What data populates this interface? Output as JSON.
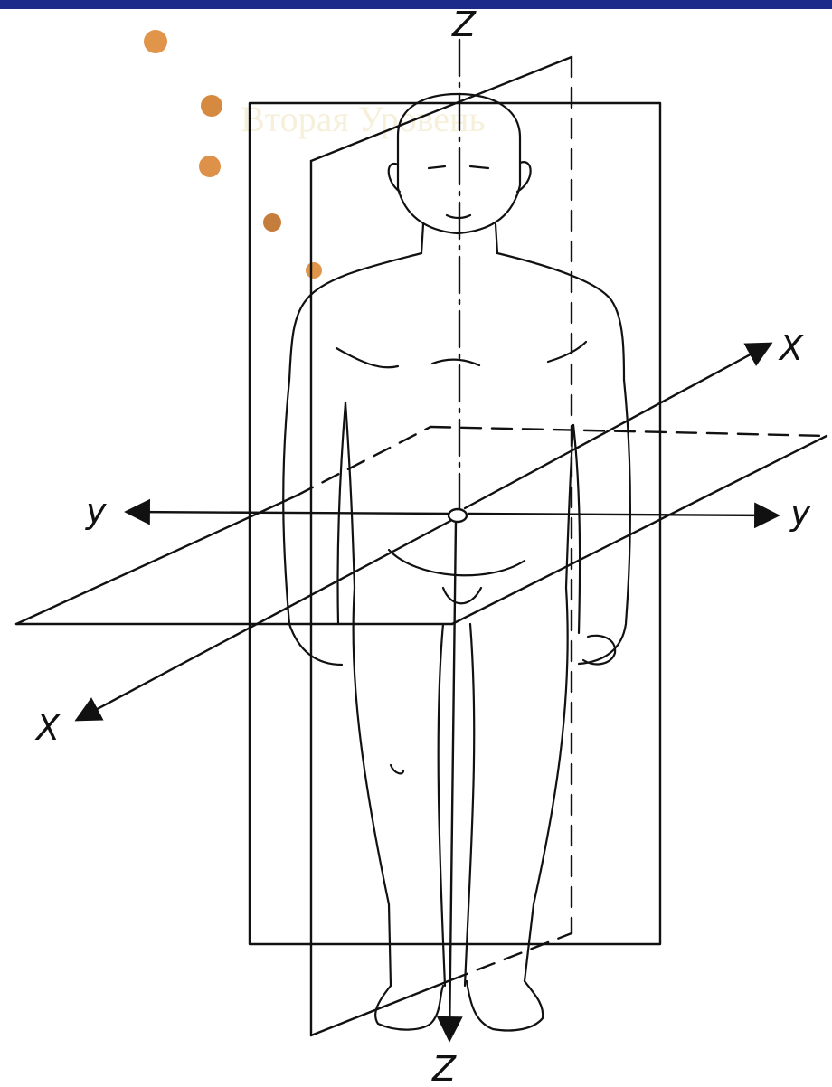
{
  "colors": {
    "frame_bar": "#1c2a8a",
    "bullet": "#e0954a",
    "bullet_dark": "#c57d3c",
    "line": "#111111",
    "ghost_text": "#f4ecd0"
  },
  "bullets_count_visible": 5,
  "ghost_text": "Вторая Уровень",
  "axis_labels": {
    "z_top": "Z",
    "z_bottom": "Z",
    "y_left": "y",
    "y_right": "y",
    "x_front": "X",
    "x_back": "X"
  },
  "icons": {
    "figure": "human-body-outline-icon"
  }
}
